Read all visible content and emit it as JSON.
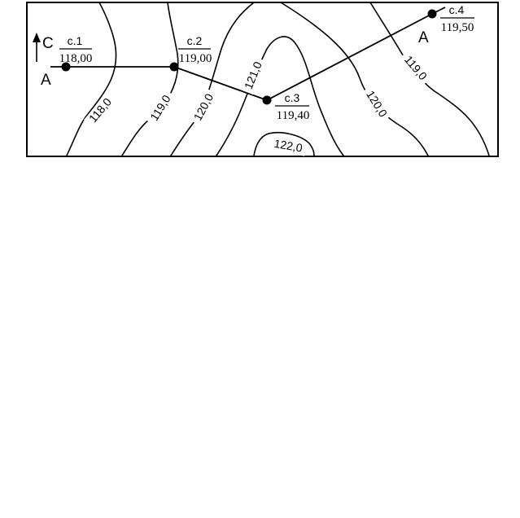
{
  "north_letter": "С",
  "section_letters": {
    "start": "A",
    "end": "A"
  },
  "stations": [
    {
      "name": "с.1",
      "elevation": "118,00"
    },
    {
      "name": "с.2",
      "elevation": "119,00"
    },
    {
      "name": "с.3",
      "elevation": "119,40"
    },
    {
      "name": "с.4",
      "elevation": "119,50"
    }
  ],
  "contour_labels": [
    "118,0",
    "119,0",
    "120,0",
    "121,0",
    "122,0",
    "120,0",
    "119,0"
  ]
}
